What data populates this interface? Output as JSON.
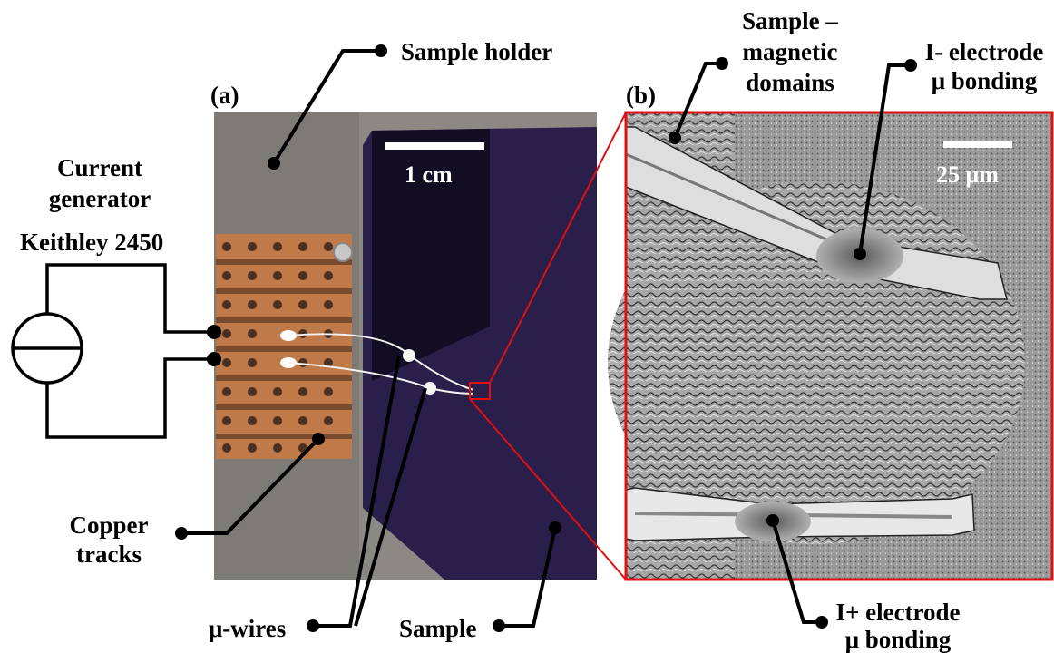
{
  "panel_a": {
    "tag": "(a)",
    "scale_bar_label": "1 cm",
    "labels": {
      "sample_holder": "Sample holder",
      "current_generator_line1": "Current",
      "current_generator_line2": "generator",
      "current_generator_model": "Keithley 2450",
      "copper_tracks_line1": "Copper",
      "copper_tracks_line2": "tracks",
      "mu_wires": "μ-wires",
      "sample": "Sample"
    }
  },
  "panel_b": {
    "tag": "(b)",
    "scale_bar_label": "25 μm",
    "labels": {
      "domains_line1": "Sample –",
      "domains_line2": "magnetic",
      "domains_line3": "domains",
      "i_minus_line1": "I- electrode",
      "i_minus_line2": "μ bonding",
      "i_plus_line1": "I+ electrode",
      "i_plus_line2": "μ bonding"
    }
  },
  "colors": {
    "zoom_frame": "#e01010",
    "sample": "#2a1f4a",
    "copper": "#c07a4a",
    "background_plate": "#8c8884"
  }
}
